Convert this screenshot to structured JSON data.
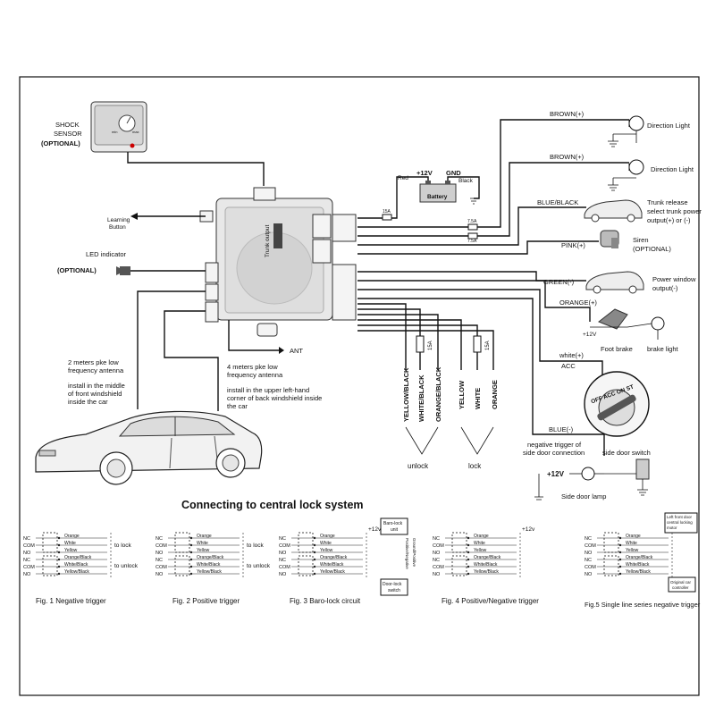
{
  "labels": {
    "shock_sensor": [
      "SHOCK",
      "SENSOR",
      "(OPTIONAL)"
    ],
    "learning_button": [
      "Learning",
      "Button"
    ],
    "led_indicator": "LED indicator",
    "led_optional": "(OPTIONAL)",
    "antenna_2m": [
      "2 meters pke low",
      "frequency antenna"
    ],
    "antenna_2m_install": [
      "install in the  middle",
      "of front windshield",
      "inside the car"
    ],
    "antenna_4m": [
      "4 meters pke low",
      "frequency antenna"
    ],
    "antenna_4m_install": [
      "install in  the  upper left-hand",
      "corner of back windshield inside",
      " the car"
    ],
    "ant": "ANT",
    "trunk_output": "Trunk output",
    "battery_red": "Red",
    "battery_12v": "+12V",
    "battery_gnd": "GND",
    "battery_black": "Black",
    "battery": "Battery",
    "fuse_15a": "15A",
    "fuse_75a_1": "7.5A",
    "fuse_75a_2": "7.5A",
    "brown1": "BROWN(+)",
    "brown2": "BROWN(+)",
    "direction_light_1": "Direction Light",
    "direction_light_2": "Direction Light",
    "blue_black": "BLUE/BLACK",
    "trunk_release": [
      "Trunk release",
      "select trunk power",
      "output(+) or (-)"
    ],
    "pink": "PINK(+)",
    "siren": [
      "Siren",
      "(OPTIONAL)"
    ],
    "green": "GREEN(-)",
    "power_window": [
      "Power window",
      "output(-)"
    ],
    "orange_plus": "ORANGE(+)",
    "foot_12v": "+12V",
    "foot_brake": "Foot brake",
    "brake_light": "brake light",
    "white_plus": "white(+)",
    "acc": "ACC",
    "ignition_positions": "OFF  ACC  ON  ST",
    "blue_minus": "BLUE(-)",
    "neg_trigger": [
      "negative trigger of",
      "side door connection"
    ],
    "side_door_switch": "side door switch",
    "side_12v": "+12V",
    "side_door_lamp": "Side door lamp",
    "wire_yellow_black": "YELLOW/BLACK",
    "wire_white_black": "WHITE/BLACK",
    "wire_orange_black": "ORANGE/BLACK",
    "wire_yellow": "YELLOW",
    "wire_white": "WHITE",
    "wire_orange": "ORANGE",
    "fuse_left": "15A",
    "fuse_right": "15A",
    "unlock": "unlock",
    "lock": "lock"
  },
  "central_lock": {
    "title": "Connecting to central lock system",
    "fig1": {
      "caption": "Fig. 1  Negative trigger",
      "terms": [
        "NC",
        "COM",
        "NO",
        "NC",
        "COM",
        "NO"
      ],
      "wires": [
        "Orange",
        "White",
        "Yellow",
        "Orange/Black",
        "White/Black",
        "Yellow/Black"
      ],
      "lock": "to lock",
      "unlock": "to unlock"
    },
    "fig2": {
      "caption": "Fig. 2  Positive trigger",
      "terms": [
        "NC",
        "COM",
        "NO",
        "NC",
        "COM",
        "NO"
      ],
      "wires": [
        "Orange",
        "White",
        "Yellow",
        "Orange/Black",
        "White/Black",
        "Yellow/Black"
      ],
      "lock": "to lock",
      "unlock": "to unlock"
    },
    "fig3": {
      "caption": "Fig. 3  Baro-lock circuit",
      "terms": [
        "NC",
        "COM",
        "NO",
        "NC",
        "COM",
        "NO"
      ],
      "wires": [
        "Orange",
        "White",
        "Yellow",
        "Orange/Black",
        "White/Black",
        "Yellow/Black"
      ],
      "v12": "+12v",
      "unit": [
        "Baro-lock",
        "unit"
      ],
      "switch": [
        "Door-lock",
        "switch"
      ],
      "side": [
        "Positive/Negative",
        "Ground/Positive"
      ]
    },
    "fig4": {
      "caption": "Fig. 4  Positive/Negative trigger",
      "terms": [
        "NC",
        "COM",
        "NO",
        "NC",
        "COM",
        "NO"
      ],
      "wires": [
        "Orange",
        "White",
        "Yellow",
        "Orange/Black",
        "White/Black",
        "Yellow/Black"
      ],
      "v12": "+12v"
    },
    "fig5": {
      "caption": "Fig.5  Single line series negative trigger",
      "terms": [
        "NC",
        "COM",
        "NO",
        "NC",
        "COM",
        "NO"
      ],
      "wires": [
        "Orange",
        "White",
        "Yellow",
        "Orange/Black",
        "White/Black",
        "Yellow/Black"
      ],
      "motor": [
        "Left front door",
        "central locking",
        "motor"
      ],
      "controller": [
        "Original car",
        "controller"
      ]
    }
  }
}
